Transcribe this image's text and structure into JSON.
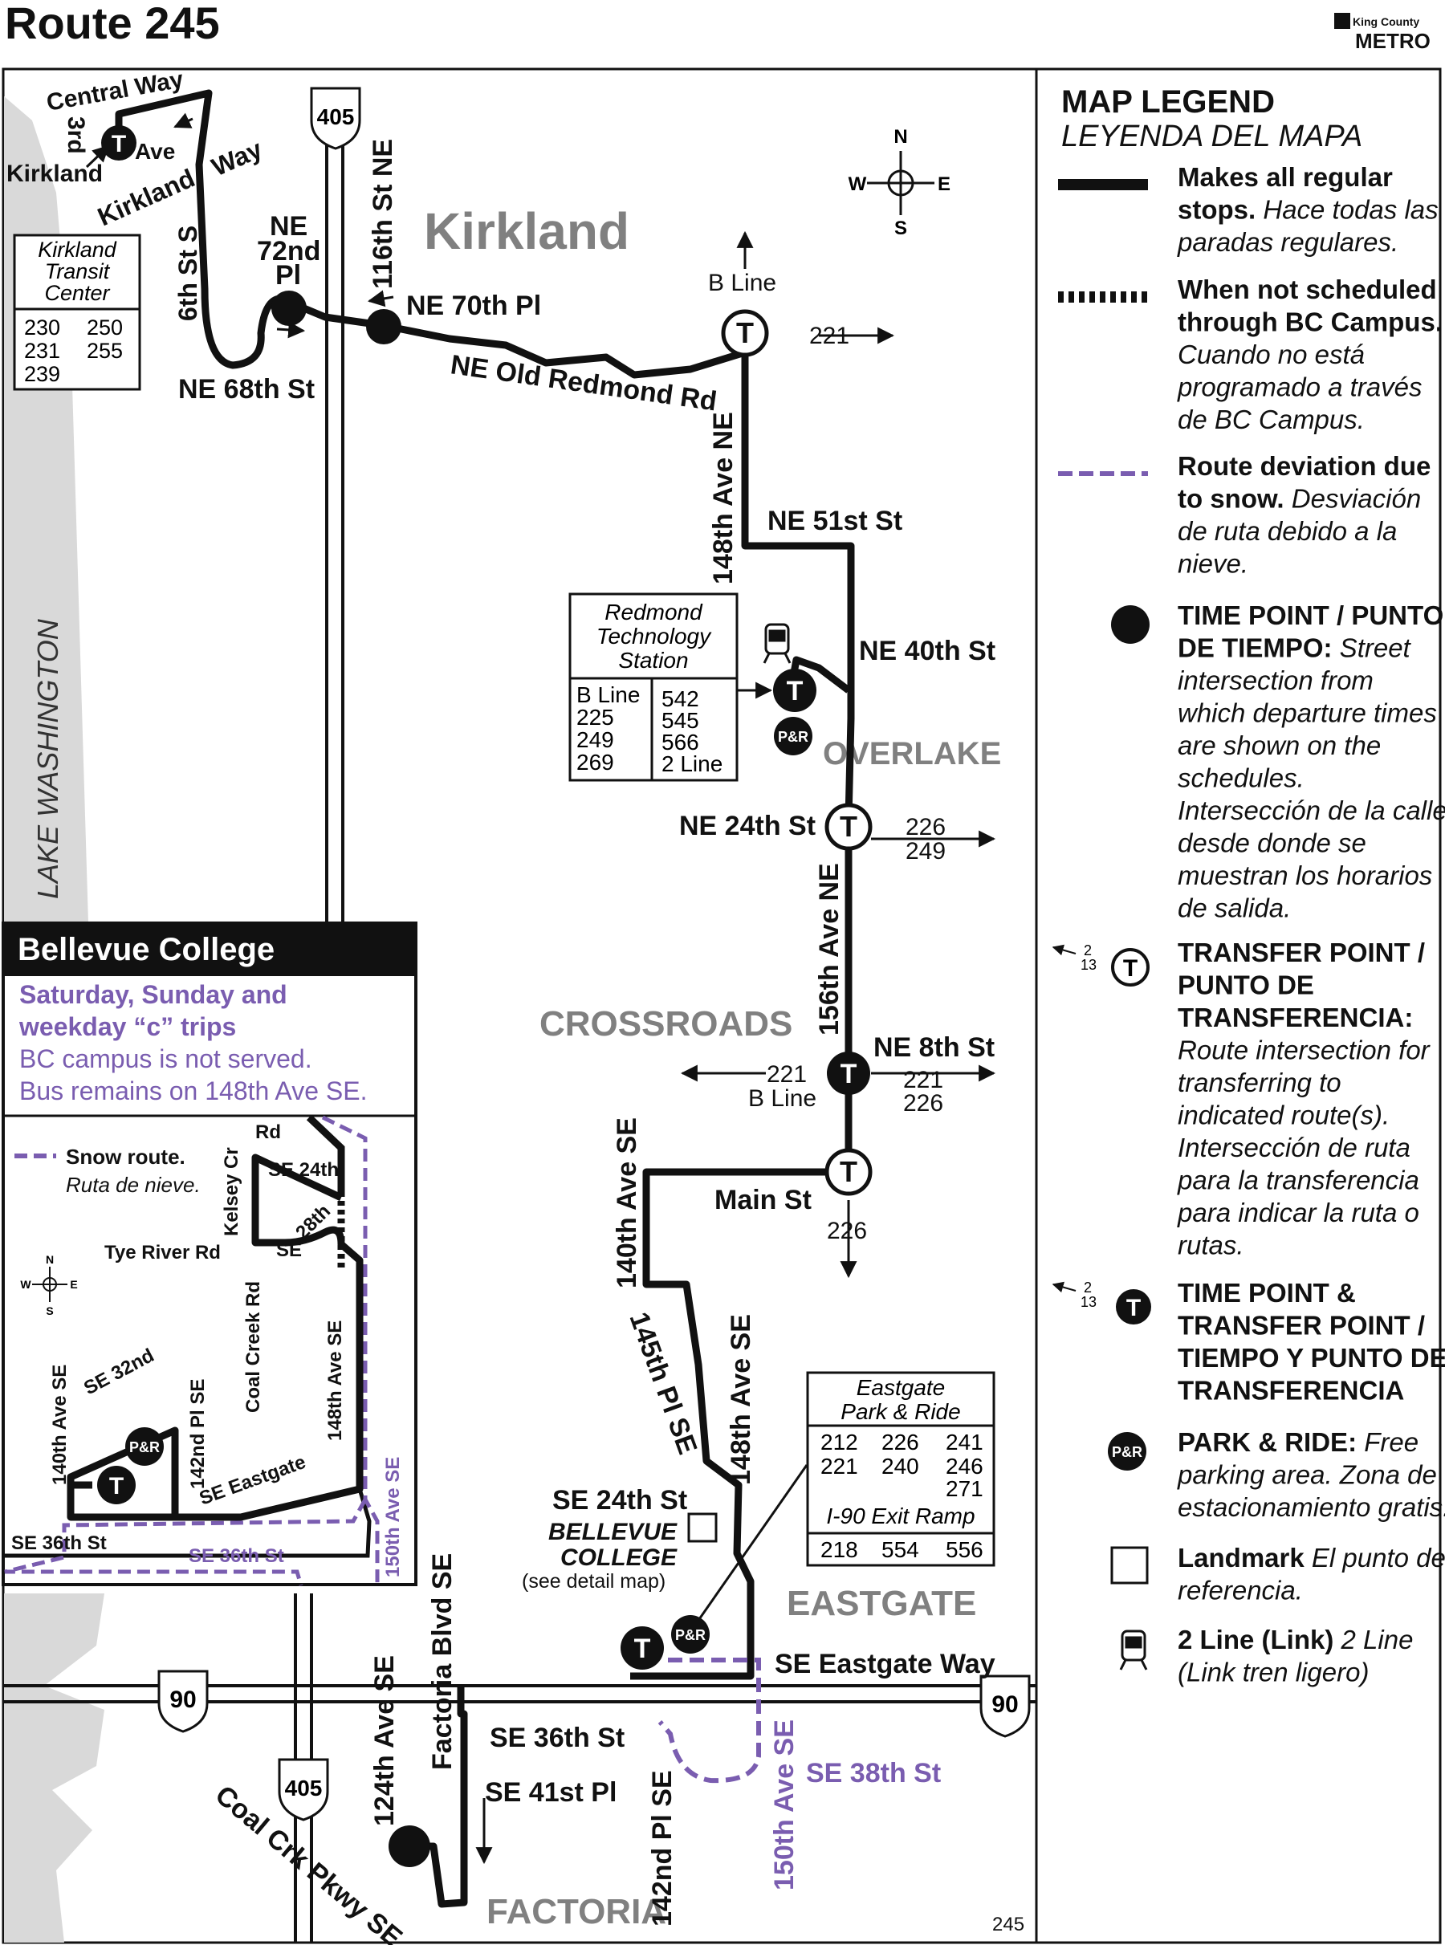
{
  "header": {
    "title": "Route 245",
    "agency_top": "King County",
    "agency_bottom": "METRO",
    "page_number": "245"
  },
  "colors": {
    "route": "#111111",
    "snow": "#7a5db0",
    "water": "#d9d9d9",
    "place": "#808080"
  },
  "places": {
    "kirkland": "Kirkland",
    "overlake": "OVERLAKE",
    "crossroads": "CROSSROADS",
    "eastgate": "EASTGATE",
    "factoria": "FACTORIA",
    "lake": "LAKE WASHINGTON"
  },
  "compass": {
    "n": "N",
    "s": "S",
    "e": "E",
    "w": "W"
  },
  "highways": {
    "i405_north": "405",
    "i405_south": "405",
    "i90_west": "90",
    "i90_east": "90"
  },
  "streets": {
    "central_way": "Central Way",
    "third_ave_a": "3rd",
    "third_ave_b": "Ave",
    "kirkland_left": "Kirkland",
    "kirkland_way_a": "Kirkland",
    "kirkland_way_b": "Way",
    "sixth_st": "6th St S",
    "ne72_a": "NE",
    "ne72_b": "72nd",
    "ne72_c": "Pl",
    "st116": "116th St NE",
    "ne70": "NE 70th Pl",
    "ne68": "NE 68th St",
    "old_redmond": "NE Old Redmond Rd",
    "ave148_ne": "148th Ave NE",
    "ne51": "NE 51st St",
    "ne40": "NE 40th St",
    "ne24": "NE 24th St",
    "ave156": "156th Ave NE",
    "ne8": "NE 8th St",
    "main_st": "Main St",
    "ave140": "140th Ave SE",
    "pl145": "145th Pl SE",
    "ave148_se": "148th Ave SE",
    "se24": "SE 24th St",
    "eastgate_way": "SE Eastgate Way",
    "se36": "SE 36th St",
    "se41": "SE 41st Pl",
    "ave124": "124th Ave SE",
    "factoria_blvd": "Factoria Blvd SE",
    "pl142": "142nd Pl SE",
    "ave150": "150th Ave SE",
    "se38": "SE 38th St",
    "coal_creek": "Coal Crk Pkwy SE"
  },
  "landmarks": {
    "bc_a": "BELLEVUE",
    "bc_b": "COLLEGE",
    "bc_note": "(see detail map)"
  },
  "transfers": {
    "b_line_north": "B Line",
    "route_221_east": "221",
    "ne24_a": "226",
    "ne24_b": "249",
    "ne8_west_a": "221",
    "ne8_west_b": "B Line",
    "ne8_east_a": "221",
    "ne8_east_b": "226",
    "main_south": "226"
  },
  "boxes": {
    "kirkland_tc": {
      "title": [
        "Kirkland",
        "Transit",
        "Center"
      ],
      "routes": [
        [
          "230",
          "250"
        ],
        [
          "231",
          "255"
        ],
        [
          "239",
          ""
        ]
      ]
    },
    "redmond_tech": {
      "title": [
        "Redmond",
        "Technology",
        "Station"
      ],
      "col1": [
        "B Line",
        "225",
        "249",
        "269"
      ],
      "col2": [
        "542",
        "545",
        "566",
        "2 Line"
      ]
    },
    "eastgate_pr": {
      "title": [
        "Eastgate",
        "Park & Ride"
      ],
      "rows": [
        [
          "212",
          "226",
          "241"
        ],
        [
          "221",
          "240",
          "246"
        ],
        [
          "",
          "",
          "271"
        ]
      ],
      "exit_label": "I-90 Exit Ramp",
      "exit_routes": [
        "218",
        "554",
        "556"
      ]
    }
  },
  "badges": {
    "transfer": "T",
    "park_ride": "P&R"
  },
  "inset": {
    "title": "Bellevue College",
    "note_1": "Saturday, Sunday and",
    "note_2": "weekday “c” trips",
    "note_3": "BC campus is not served.",
    "note_4": "Bus remains on 148th Ave SE.",
    "snow_en": "Snow route.",
    "snow_es": "Ruta de nieve.",
    "kelsey": "Kelsey Cr",
    "rd": "Rd",
    "se24": "SE 24th",
    "tye": "Tye River Rd",
    "se_small": "SE",
    "th28": "28th",
    "coal_creek_rd": "Coal Creek Rd",
    "ave148": "148th Ave SE",
    "ave150": "150th Ave SE",
    "se32": "SE 32nd",
    "pl142": "142nd Pl SE",
    "ave140": "140th Ave SE",
    "eastgate": "SE Eastgate",
    "se36_black": "SE 36th St",
    "se36_snow": "SE 36th St"
  },
  "legend": {
    "title": "MAP LEGEND",
    "subtitle": "LEYENDA DEL MAPA",
    "items": [
      {
        "lines": [
          [
            "Makes all regular",
            ""
          ],
          [
            "stops.",
            " Hace todas las"
          ],
          [
            "",
            "paradas regulares."
          ]
        ]
      },
      {
        "lines": [
          [
            "When not scheduled",
            ""
          ],
          [
            "through BC Campus.",
            ""
          ],
          [
            "",
            "Cuando no está"
          ],
          [
            "",
            "programado a través"
          ],
          [
            "",
            "de BC Campus."
          ]
        ]
      },
      {
        "lines": [
          [
            "Route deviation due",
            ""
          ],
          [
            "to snow.",
            " Desviación"
          ],
          [
            "",
            "de ruta debido a la"
          ],
          [
            "",
            "nieve."
          ]
        ]
      },
      {
        "lines": [
          [
            "TIME POINT / PUNTO",
            ""
          ],
          [
            "DE TIEMPO:",
            " Street"
          ],
          [
            "",
            "intersection from"
          ],
          [
            "",
            "which departure times"
          ],
          [
            "",
            "are shown on the"
          ],
          [
            "",
            "schedules."
          ],
          [
            "",
            "Intersección de la calle"
          ],
          [
            "",
            "desde donde se"
          ],
          [
            "",
            "muestran los horarios"
          ],
          [
            "",
            "de salida."
          ]
        ]
      },
      {
        "lines": [
          [
            "TRANSFER POINT /",
            ""
          ],
          [
            "PUNTO DE",
            ""
          ],
          [
            "TRANSFERENCIA:",
            ""
          ],
          [
            "",
            "Route intersection for"
          ],
          [
            "",
            "transferring to"
          ],
          [
            "",
            "indicated route(s)."
          ],
          [
            "",
            "Intersección de ruta"
          ],
          [
            "",
            "para la transferencia"
          ],
          [
            "",
            "para indicar la ruta o"
          ],
          [
            "",
            "rutas."
          ]
        ]
      },
      {
        "lines": [
          [
            "TIME POINT &",
            ""
          ],
          [
            "TRANSFER POINT /",
            ""
          ],
          [
            "TIEMPO Y PUNTO DE",
            ""
          ],
          [
            "TRANSFERENCIA",
            ""
          ]
        ]
      },
      {
        "lines": [
          [
            "PARK & RIDE:",
            " Free"
          ],
          [
            "",
            "parking area. Zona de"
          ],
          [
            "",
            "estacionamiento gratis."
          ]
        ]
      },
      {
        "lines": [
          [
            "Landmark",
            " El punto de"
          ],
          [
            "",
            "referencia."
          ]
        ]
      },
      {
        "lines": [
          [
            "2 Line (Link)",
            "  2 Line"
          ],
          [
            "",
            "(Link tren ligero)"
          ]
        ]
      }
    ],
    "sample_route_a": "2",
    "sample_route_b": "13"
  }
}
